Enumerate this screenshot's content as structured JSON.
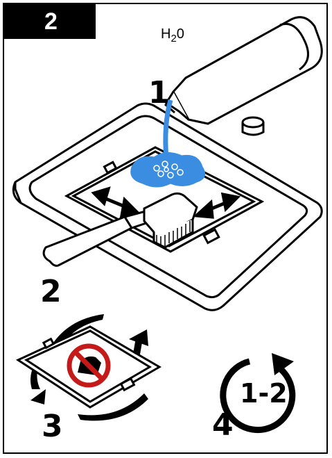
{
  "header": {
    "step_badge": "2"
  },
  "water_label": {
    "main": "H",
    "sub": "2",
    "tail": "0"
  },
  "steps": {
    "s1": "1",
    "s2": "2",
    "s3": "3",
    "s4": "4"
  },
  "repeat_label": "1-2",
  "colors": {
    "water": "#3a8de0",
    "prohibition": "#c41a1a",
    "ink": "#000000",
    "pan_shade": "#d9d9d9"
  },
  "icons": [
    "bottle-icon",
    "cap-icon",
    "tray-icon",
    "brush-icon",
    "double-arrow-icon",
    "rotate-arrow-icon",
    "no-touch-icon",
    "repeat-icon"
  ]
}
